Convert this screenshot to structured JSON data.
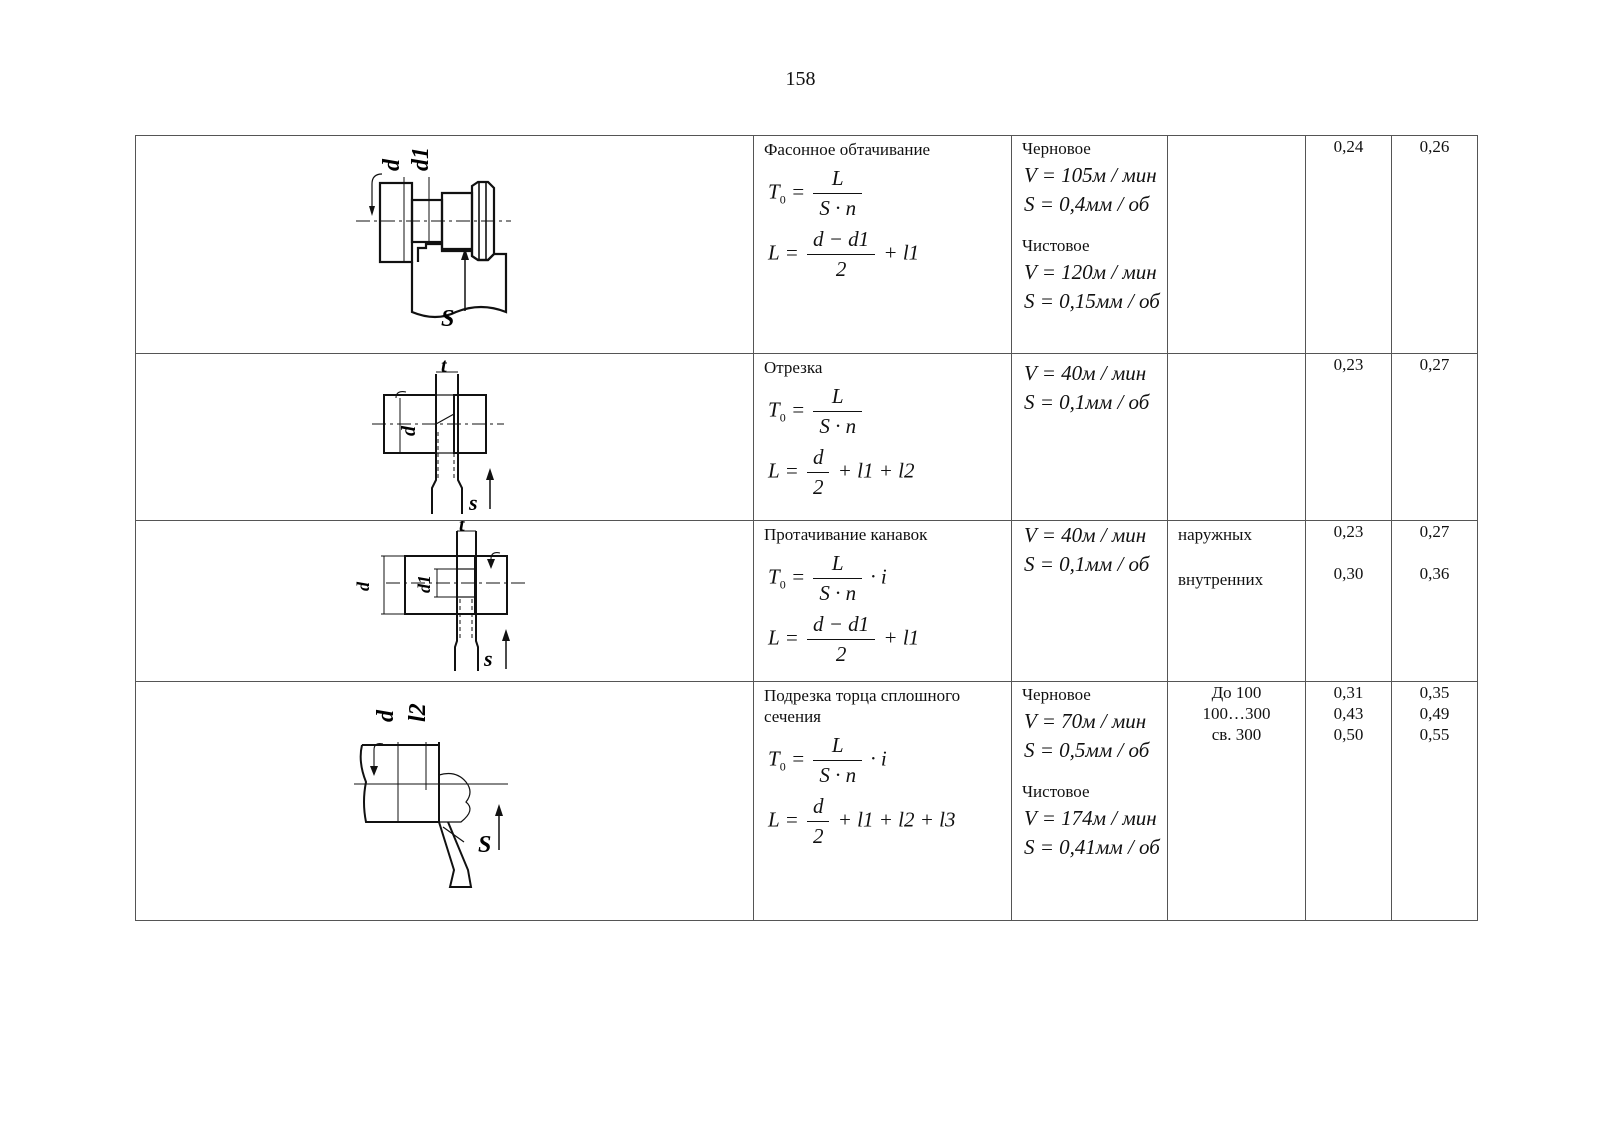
{
  "page_number": "158",
  "rows": [
    {
      "figure_icon": "shaped-turning-diagram",
      "figure_labels": {
        "d": "d",
        "d1": "d1",
        "s": "S"
      },
      "operation": "Фасонное обтачивание",
      "formula_t0": {
        "lhs": "T",
        "sub": "0",
        "num": "L",
        "den": "S · n",
        "tail": ""
      },
      "formula_l": {
        "lhs": "L",
        "num": "d  − d1",
        "den": "2",
        "tail": "+ l1"
      },
      "modes": [
        {
          "label": "Черновое",
          "v": "V = 105м / мин",
          "s": "S = 0,4мм / об"
        },
        {
          "label": "Чистовое",
          "v": "V = 120м / мин",
          "s": "S = 0,15мм / об"
        }
      ],
      "conditions": [],
      "k1": [
        "0,24"
      ],
      "k2": [
        "0,26"
      ]
    },
    {
      "figure_icon": "cutoff-diagram",
      "figure_labels": {
        "t": "t",
        "d": "d",
        "s": "s"
      },
      "operation": "Отрезка",
      "formula_t0": {
        "lhs": "T",
        "sub": "0",
        "num": "L",
        "den": "S · n",
        "tail": ""
      },
      "formula_l": {
        "lhs": "L",
        "num": "d",
        "den": "2",
        "tail": "+ l1 + l2"
      },
      "modes": [
        {
          "label": "",
          "v": "V = 40м / мин",
          "s": "S = 0,1мм / об"
        }
      ],
      "conditions": [],
      "k1": [
        "0,23"
      ],
      "k2": [
        "0,27"
      ]
    },
    {
      "figure_icon": "grooving-diagram",
      "figure_labels": {
        "t": "t",
        "d": "d",
        "d1": "d1",
        "s": "s"
      },
      "operation": "Протачивание канавок",
      "formula_t0": {
        "lhs": "T",
        "sub": "0",
        "num": "L",
        "den": "S · n",
        "tail": "· i"
      },
      "formula_l": {
        "lhs": "L",
        "num": "d − d1",
        "den": "2",
        "tail": "+ l1"
      },
      "modes": [
        {
          "label": "",
          "v": "V = 40м / мин",
          "s": "S = 0,1мм / об"
        }
      ],
      "conditions": [
        "наружных",
        "внутренних"
      ],
      "k1": [
        "0,23",
        "0,30"
      ],
      "k2": [
        "0,27",
        "0,36"
      ]
    },
    {
      "figure_icon": "facing-diagram",
      "figure_labels": {
        "d": "d",
        "l2": "l2",
        "s": "S"
      },
      "operation": "Подрезка торца сплошного сечения",
      "formula_t0": {
        "lhs": "T",
        "sub": "0",
        "num": "L",
        "den": "S · n",
        "tail": "· i"
      },
      "formula_l": {
        "lhs": "L",
        "num": "d",
        "den": "2",
        "tail": "+ l1 + l2 + l3"
      },
      "modes": [
        {
          "label": "Черновое",
          "v": "V = 70м / мин",
          "s": "S = 0,5мм / об"
        },
        {
          "label": "Чистовое",
          "v": "V = 174м / мин",
          "s": "S = 0,41мм / об"
        }
      ],
      "conditions": [
        "До 100",
        "100…300",
        "св. 300"
      ],
      "k1": [
        "0,31",
        "0,43",
        "0,50"
      ],
      "k2": [
        "0,35",
        "0,49",
        "0,55"
      ]
    }
  ]
}
